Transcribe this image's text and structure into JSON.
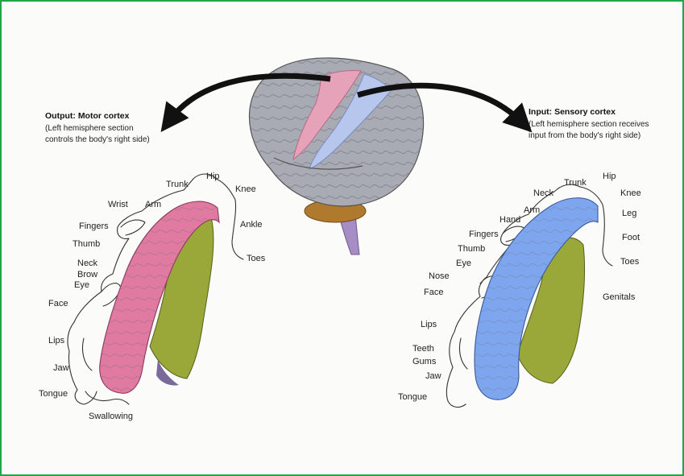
{
  "colors": {
    "frame_border": "#1fa64a",
    "motor_cortex": "#e07aa0",
    "sensory_cortex": "#7ea6ee",
    "white_matter": "#9aa83a",
    "brain_gray": "#a8aab4",
    "arrow": "#111111"
  },
  "motor": {
    "title": "Output: Motor cortex",
    "line1": "(Left hemisphere section",
    "line2": "controls the body's right side)",
    "labels": {
      "trunk": "Trunk",
      "hip": "Hip",
      "knee": "Knee",
      "wrist": "Wrist",
      "arm": "Arm",
      "ankle": "Ankle",
      "fingers": "Fingers",
      "thumb": "Thumb",
      "toes": "Toes",
      "neck": "Neck",
      "brow": "Brow",
      "eye": "Eye",
      "face": "Face",
      "lips": "Lips",
      "jaw": "Jaw",
      "tongue": "Tongue",
      "swallowing": "Swallowing"
    }
  },
  "sensory": {
    "title": "Input: Sensory cortex",
    "line1": "(Left hemisphere section receives",
    "line2": "input from the body's right side)",
    "labels": {
      "hip": "Hip",
      "trunk": "Trunk",
      "neck": "Neck",
      "knee": "Knee",
      "arm": "Arm",
      "hand": "Hand",
      "leg": "Leg",
      "fingers": "Fingers",
      "thumb": "Thumb",
      "foot": "Foot",
      "eye": "Eye",
      "toes": "Toes",
      "nose": "Nose",
      "face": "Face",
      "genitals": "Genitals",
      "lips": "Lips",
      "teeth": "Teeth",
      "gums": "Gums",
      "jaw": "Jaw",
      "tongue": "Tongue"
    }
  }
}
